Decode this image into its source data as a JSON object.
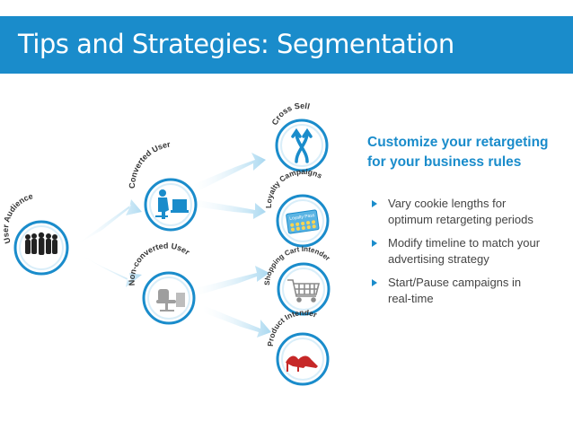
{
  "header": {
    "title": "Tips and Strategies: Segmentation"
  },
  "diagram": {
    "root": {
      "label": "User Audience",
      "icon": "people-group-icon"
    },
    "level1": [
      {
        "label": "Converted User",
        "icon": "user-at-desk-icon"
      },
      {
        "label": "Non-converted User",
        "icon": "empty-chair-icon"
      }
    ],
    "level2": [
      {
        "label": "Cross Sell",
        "icon": "cross-arrows-icon"
      },
      {
        "label": "Loyalty Campaigns",
        "icon": "loyalty-card-icon",
        "card_text": "Loyalty Pass"
      },
      {
        "label": "Shopping Cart Intender",
        "icon": "shopping-cart-icon"
      },
      {
        "label": "Product Intender",
        "icon": "red-high-heels-icon"
      }
    ],
    "colors": {
      "ring": "#1a8ccb",
      "arrow": "#bfe3f5"
    }
  },
  "panel": {
    "heading": [
      "Customize your retargeting",
      "for your business rules"
    ],
    "bullets": [
      [
        "Vary cookie lengths for",
        "optimum retargeting periods"
      ],
      [
        "Modify timeline to match your",
        "advertising strategy"
      ],
      [
        "Start/Pause campaigns in",
        "real-time"
      ]
    ]
  }
}
